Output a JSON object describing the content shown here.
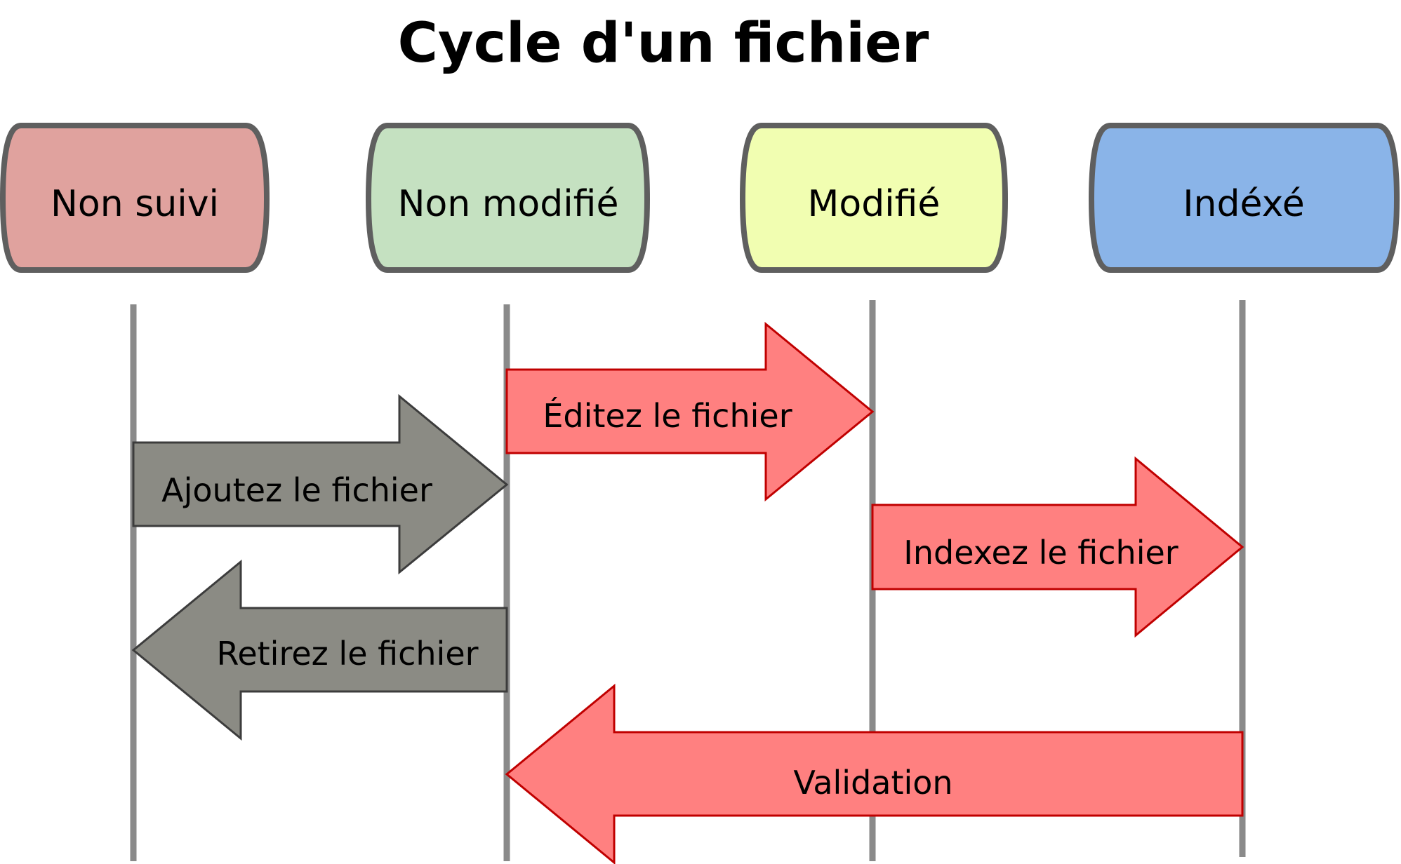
{
  "title": "Cycle d'un fichier",
  "states": [
    {
      "id": "untracked",
      "label": "Non suivi",
      "color": "#e0a29e"
    },
    {
      "id": "unmodified",
      "label": "Non modifié",
      "color": "#c5e1c1"
    },
    {
      "id": "modified",
      "label": "Modifié",
      "color": "#f1feb1"
    },
    {
      "id": "staged",
      "label": "Indéxé",
      "color": "#8ab4e8"
    }
  ],
  "state_border_color": "#5f5f5f",
  "lifeline_color": "#8a8a8a",
  "actions": [
    {
      "id": "add",
      "label": "Ajoutez le fichier",
      "from": "untracked",
      "to": "unmodified",
      "color": "#8b8b84",
      "border": "#3c3c3c"
    },
    {
      "id": "edit",
      "label": "Éditez le fichier",
      "from": "unmodified",
      "to": "modified",
      "color": "#ff8080",
      "border": "#c00000"
    },
    {
      "id": "stage",
      "label": "Indexez le fichier",
      "from": "modified",
      "to": "staged",
      "color": "#ff8080",
      "border": "#c00000"
    },
    {
      "id": "remove",
      "label": "Retirez le fichier",
      "from": "unmodified",
      "to": "untracked",
      "color": "#8b8b84",
      "border": "#3c3c3c"
    },
    {
      "id": "commit",
      "label": "Validation",
      "from": "staged",
      "to": "unmodified",
      "color": "#ff8080",
      "border": "#c00000"
    }
  ]
}
